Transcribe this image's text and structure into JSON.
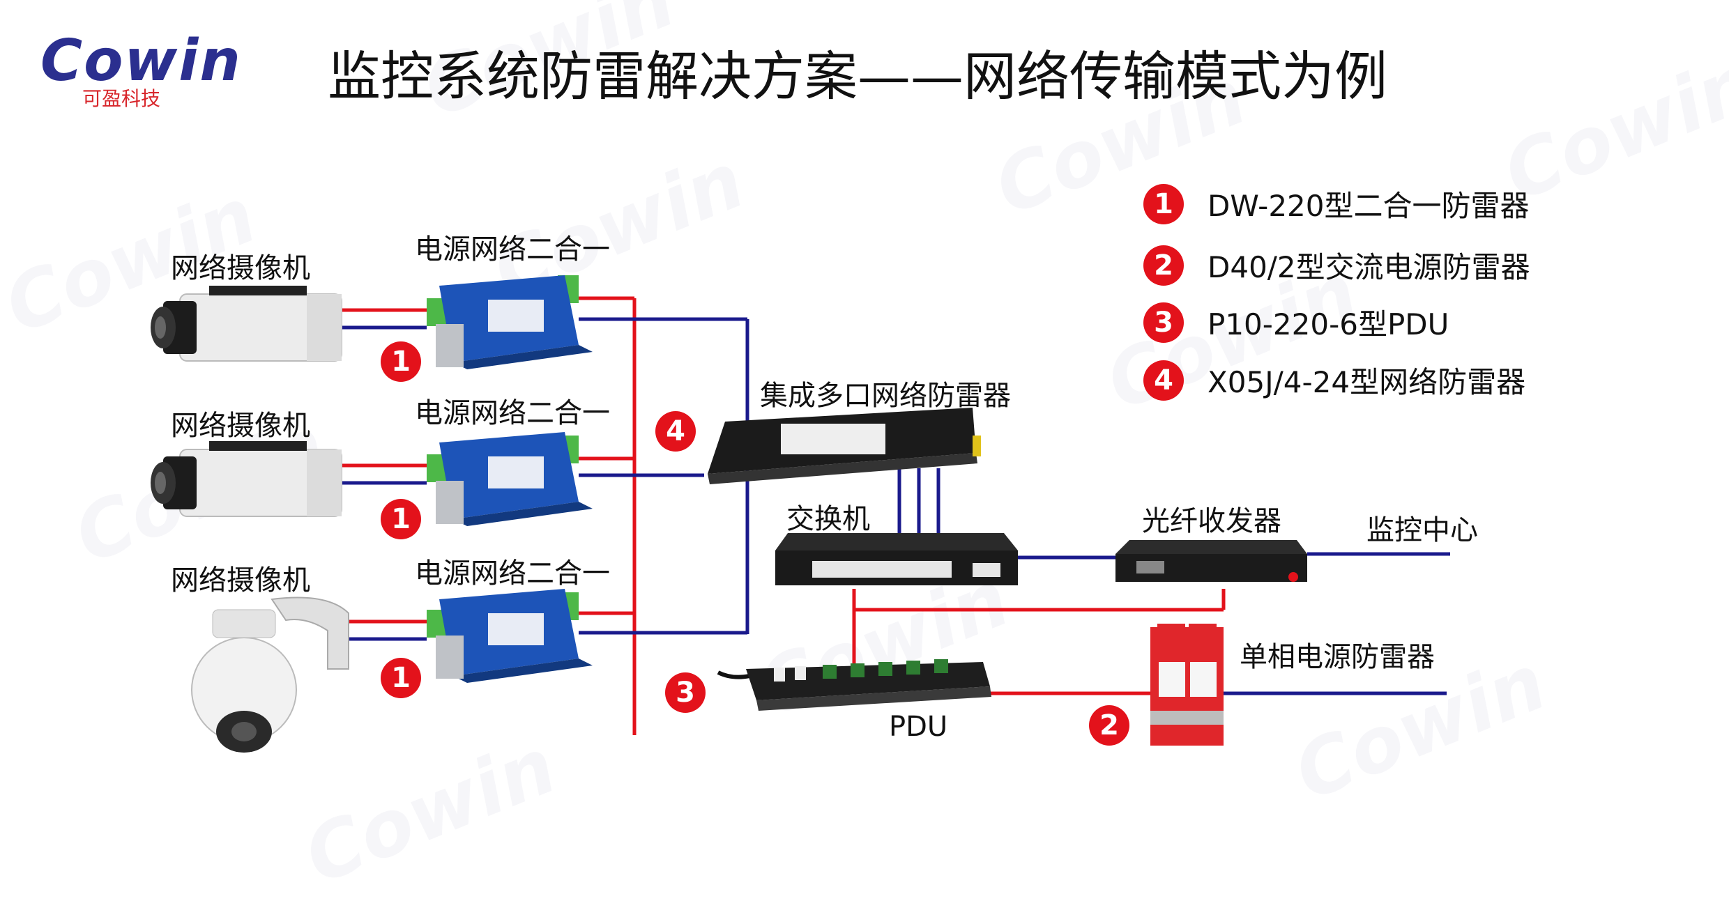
{
  "logo": {
    "word": "Cowin",
    "sub": "可盈科技"
  },
  "title": "监控系统防雷解决方案——网络传输模式为例",
  "watermark": "Cowin",
  "cameras": [
    {
      "label": "网络摄像机"
    },
    {
      "label": "网络摄像机"
    },
    {
      "label": "网络摄像机"
    }
  ],
  "combo_protectors": [
    {
      "label": "电源网络二合一",
      "model": "DW-220",
      "badge": "1"
    },
    {
      "label": "电源网络二合一",
      "model": "DW-220",
      "badge": "1"
    },
    {
      "label": "电源网络二合一",
      "model": "DW-220",
      "badge": "1"
    }
  ],
  "multiport": {
    "label": "集成多口网络防雷器",
    "badge": "4"
  },
  "switch": {
    "label": "交换机"
  },
  "fiber": {
    "label": "光纤收发器"
  },
  "monitor_center": {
    "label": "监控中心"
  },
  "pdu": {
    "label": "PDU",
    "badge": "3"
  },
  "spd": {
    "label": "单相电源防雷器",
    "badge": "2"
  },
  "legend": [
    {
      "num": "1",
      "text": "DW-220型二合一防雷器"
    },
    {
      "num": "2",
      "text": "D40/2型交流电源防雷器"
    },
    {
      "num": "3",
      "text": "P10-220-6型PDU"
    },
    {
      "num": "4",
      "text": "X05J/4-24型网络防雷器"
    }
  ],
  "colors": {
    "power_line": "#e3121b",
    "network_line": "#1a1a8c",
    "brand_blue": "#2b2f8f",
    "badge_red": "#e3121b",
    "module_blue": "#1d54b8",
    "spd_red": "#e0262b"
  }
}
